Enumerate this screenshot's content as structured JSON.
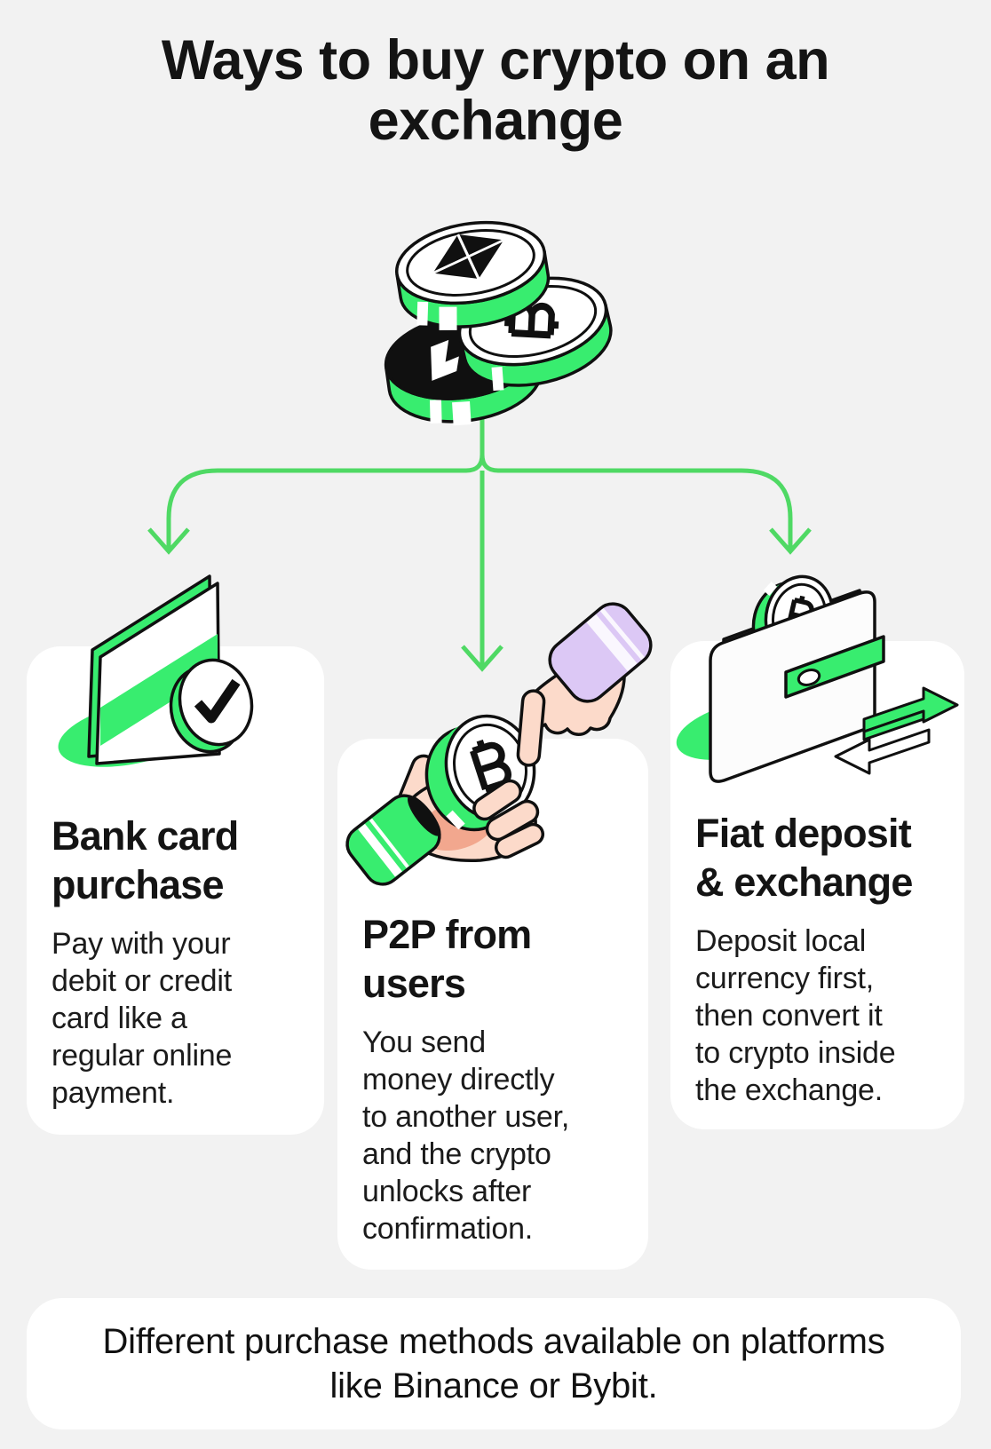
{
  "title": "Ways to buy crypto on an\nexchange",
  "methods": [
    {
      "id": "bank-card",
      "heading": "Bank card\npurchase",
      "body": "Pay with your\ndebit or credit\ncard like a\nregular online\npayment.",
      "icon": "bank-card-with-checkmark-icon"
    },
    {
      "id": "p2p",
      "heading": "P2P from\nusers",
      "body": "You send\nmoney directly\nto another user,\nand the crypto\nunlocks after\nconfirmation.",
      "icon": "hands-exchanging-bitcoin-icon"
    },
    {
      "id": "fiat",
      "heading": "Fiat deposit\n& exchange",
      "body": "Deposit local\ncurrency first,\nthen convert it\nto crypto inside\nthe exchange.",
      "icon": "wallet-bitcoin-swap-arrows-icon"
    }
  ],
  "footer": {
    "text": "Different purchase methods available on platforms\nlike Binance or Bybit."
  },
  "illustrations": {
    "header": [
      "eth-coin-icon",
      "btc-coin-icon",
      "ltc-coin-icon"
    ],
    "flow": "three-branch-arrows"
  },
  "colors": {
    "bg": "#F2F2F2",
    "card": "#FFFFFF",
    "ink": "#141414",
    "green": "#38ED6F",
    "arrow": "#4FD964",
    "lavender": "#DCC8F5",
    "skin": "#FCDACA",
    "skinshade": "#F2A78E",
    "gray": "#9E9E9E",
    "coinblack": "#101010"
  }
}
